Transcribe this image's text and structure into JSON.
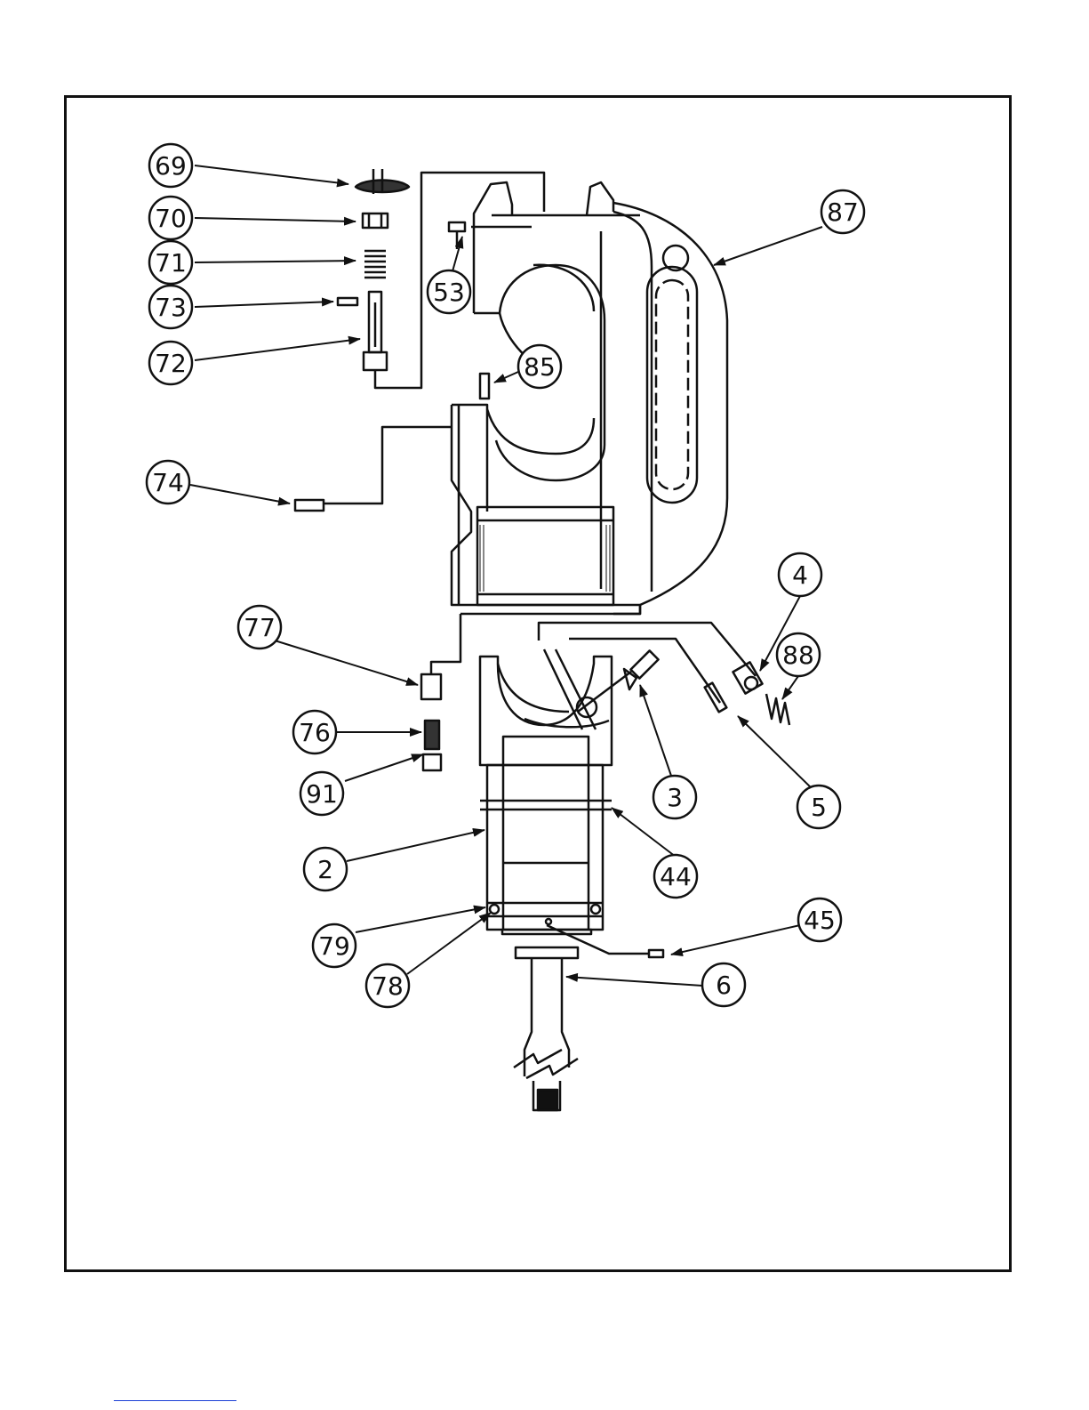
{
  "diagram": {
    "callouts": [
      {
        "id": "c69",
        "label": "69"
      },
      {
        "id": "c70",
        "label": "70"
      },
      {
        "id": "c71",
        "label": "71"
      },
      {
        "id": "c73",
        "label": "73"
      },
      {
        "id": "c72",
        "label": "72"
      },
      {
        "id": "c53",
        "label": "53"
      },
      {
        "id": "c87",
        "label": "87"
      },
      {
        "id": "c85",
        "label": "85"
      },
      {
        "id": "c74",
        "label": "74"
      },
      {
        "id": "c4",
        "label": "4"
      },
      {
        "id": "c88",
        "label": "88"
      },
      {
        "id": "c77",
        "label": "77"
      },
      {
        "id": "c76",
        "label": "76"
      },
      {
        "id": "c91",
        "label": "91"
      },
      {
        "id": "c3",
        "label": "3"
      },
      {
        "id": "c5",
        "label": "5"
      },
      {
        "id": "c44",
        "label": "44"
      },
      {
        "id": "c2",
        "label": "2"
      },
      {
        "id": "c45",
        "label": "45"
      },
      {
        "id": "c79",
        "label": "79"
      },
      {
        "id": "c78",
        "label": "78"
      },
      {
        "id": "c6",
        "label": "6"
      }
    ]
  },
  "colors": {
    "line": "#111111",
    "background": "#ffffff",
    "link_underline": "#1a3fd6"
  }
}
